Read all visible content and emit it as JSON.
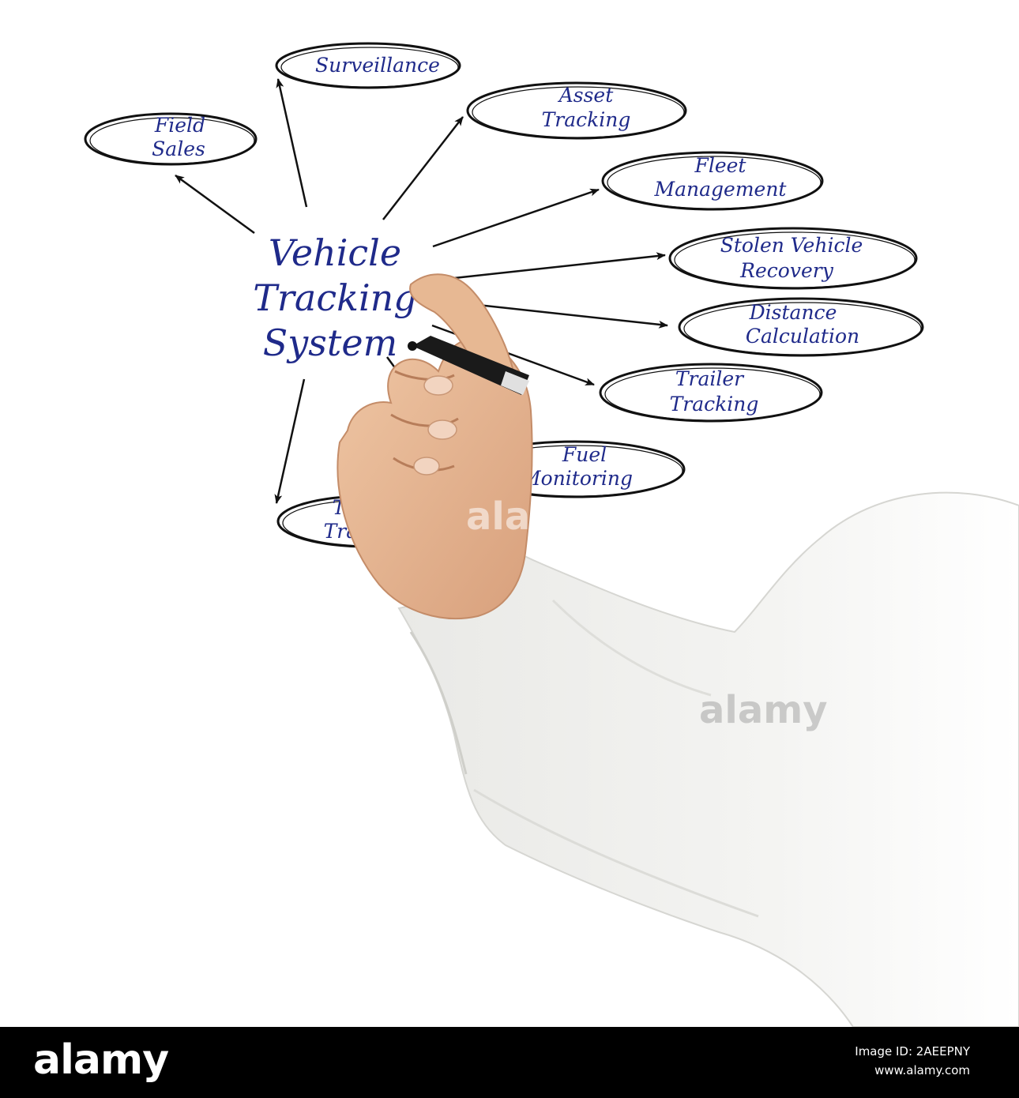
{
  "diagram": {
    "center": {
      "lines": [
        "Vehicle",
        "Tracking",
        "System"
      ]
    },
    "nodes": [
      {
        "id": "field-sales",
        "lines": [
          "Field",
          "Sales"
        ]
      },
      {
        "id": "surveillance",
        "lines": [
          "Surveillance"
        ]
      },
      {
        "id": "asset-tracking",
        "lines": [
          "Asset",
          "Tracking"
        ]
      },
      {
        "id": "fleet-management",
        "lines": [
          "Fleet",
          "Management"
        ]
      },
      {
        "id": "stolen-vehicle-recovery",
        "lines": [
          "Stolen Vehicle",
          "Recovery"
        ]
      },
      {
        "id": "distance-calculation",
        "lines": [
          "Distance",
          "Calculation"
        ]
      },
      {
        "id": "trailer-tracking",
        "lines": [
          "Trailer",
          "Tracking"
        ]
      },
      {
        "id": "fuel-monitoring",
        "lines": [
          "Fuel",
          "Monitoring"
        ]
      },
      {
        "id": "transit-tracking",
        "lines": [
          "Transit",
          "Tracking"
        ]
      }
    ],
    "ink_color": "#1f2a8a"
  },
  "watermarks": [
    "alamy",
    "alamy"
  ],
  "footer": {
    "logo": "alamy",
    "image_id": "Image ID: 2AEEPNY",
    "url": "www.alamy.com"
  }
}
